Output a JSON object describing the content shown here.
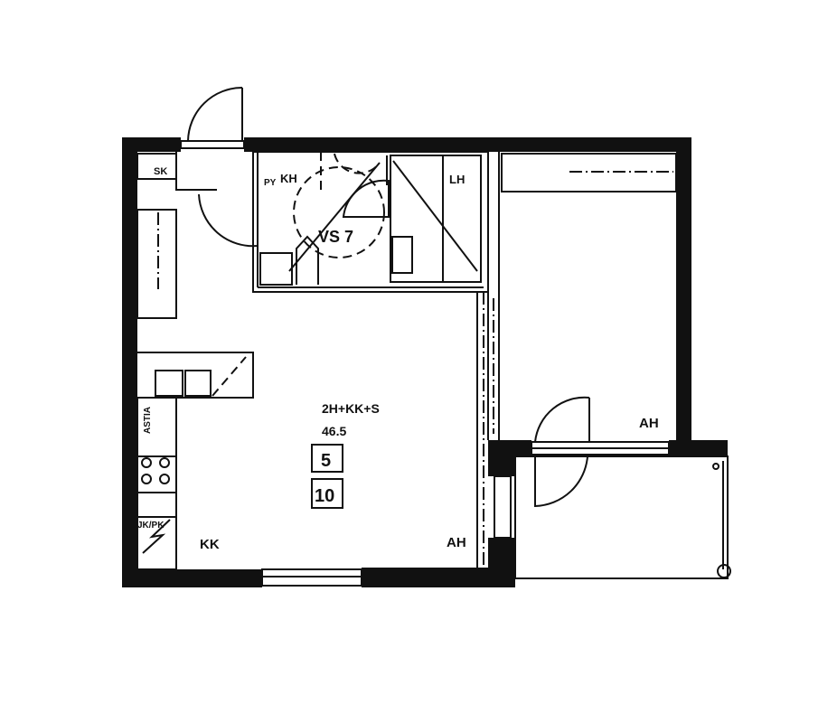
{
  "plan": {
    "apartment_type": "2H+KK+S",
    "area": "46.5",
    "box_number_1": "5",
    "box_number_2": "10",
    "rooms": {
      "kitchen": "KK",
      "living_room": "AH",
      "bedroom": "AH",
      "closet_sk": "SK",
      "linen_closet": "LH",
      "bathroom_label": "KH",
      "laundry_label": "PY",
      "washbasin": "VS 7",
      "dishwasher": "ASTIA",
      "fridge_freezer": "JK/PK"
    },
    "colors": {
      "ink": "#111111",
      "paper": "#ffffff"
    }
  }
}
